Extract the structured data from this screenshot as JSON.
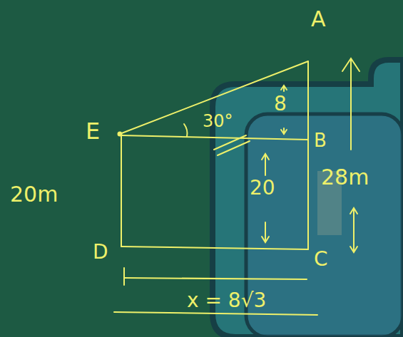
{
  "diagram": {
    "labels": [
      "A",
      "E",
      "30°",
      "8",
      "B",
      "20",
      "28m",
      "20m",
      "D",
      "C",
      "x = 8√3"
    ]
  }
}
